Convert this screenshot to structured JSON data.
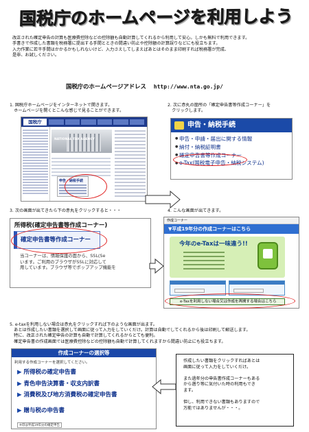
{
  "header": {
    "title": "国税庁のホームページを利用しよう"
  },
  "intro": {
    "lines": [
      "改正された確定申告の計算も医療費控除などの控除額も自動計算してくれるから利用して安心。しかも無料で利用できます。",
      "手書きで作成した書類を税務署に提出する手間とときの間違い防止や控除額の計算誤りなどにも役立ちます。",
      "入力作業に若干手間はかかるかもしれないけど、入力さえしてしまえばあとはそのまま印刷すれば税務署が完成、",
      "是非、お試しください。"
    ]
  },
  "address": {
    "label": "国税庁のホームページアドレス",
    "url": "http://www.nta.go.jp/"
  },
  "steps": {
    "step1": [
      "1. 国税庁ホームページをインターネットで開きます。",
      "　ホームページを開くとこんな感じで見ることができます。"
    ],
    "step2": [
      "2. 次に赤丸の箇所の「確定申告書等作成コーナー」を",
      "　クリックします。"
    ],
    "step3": [
      "3. 次の画面が出てきたら下の赤丸をクリックすると・・・"
    ],
    "step4": [
      "4. こんな画面が出てきます。"
    ],
    "step5": [
      "5. e-taxを利用しない場合は赤丸をクリックすれば下のような画面が出ます。",
      "　あとは作成したい書類を選択して画面に従って入力をしていくだけ。計算は自動でしてくれるから後は印刷して郵送します。",
      "　特に、改正された確定申告の計算も自動で計算してくれるからとても便利。",
      "　確定申告書の作成画面では医療費控除などの控除額も自動で計算してくれますから間違い防止にも役立ちます。"
    ]
  },
  "screen1": {
    "logo": "国税庁",
    "banner_text": "NATIONAL TAX AGENCY",
    "box_heading": "申告・納税手続"
  },
  "screen2": {
    "heading": "申告・納税手続",
    "items": [
      "申告・申請・届出に関する情報",
      "納付・納税証明書",
      "確定申告書等作成コーナー",
      "e-Tax(国税電子申告・納税システム)"
    ]
  },
  "screen3": {
    "title": "所得税(確定申告書等作成コーナー)",
    "button": "確定申告書等作成コーナー",
    "text": [
      "当コーナーは、情報保護の面から、SSL(Se",
      "います。ご利用のブラウザがSSLに対応して",
      "用しています。ブラウザ等でポップアップ機能を"
    ]
  },
  "screen4": {
    "topbar": "作成コーナー",
    "banner": "▼平成19年分の作成コーナーはこちら",
    "catch": "今年のe-Taxは一味違う!!",
    "bottom": "e-Taxを利用しない場合又は作成を再開する場合はこちら"
  },
  "screen5": {
    "title": "作成コーナーの選択等",
    "subtitle": "利用する作成コーナーを選択してください。",
    "items": [
      "所得税の確定申告書",
      "青色申告決算書・収支内訳書",
      "消費税及び地方消費税の確定申告書",
      "贈与税の申告書"
    ],
    "note": "※印は平成19年分の確定申告"
  },
  "note_box": {
    "lines": [
      "作成したい書類をクリックすればあとは",
      "画面に従って入力をしていくだけ。",
      "",
      "また過年分の申告書作成コーナーもある",
      "から遡り等に気付いた時の利用もでき",
      "ます。",
      "",
      "但し、利用できない書類もありますので",
      "万能ではありませんが・・・。"
    ]
  }
}
